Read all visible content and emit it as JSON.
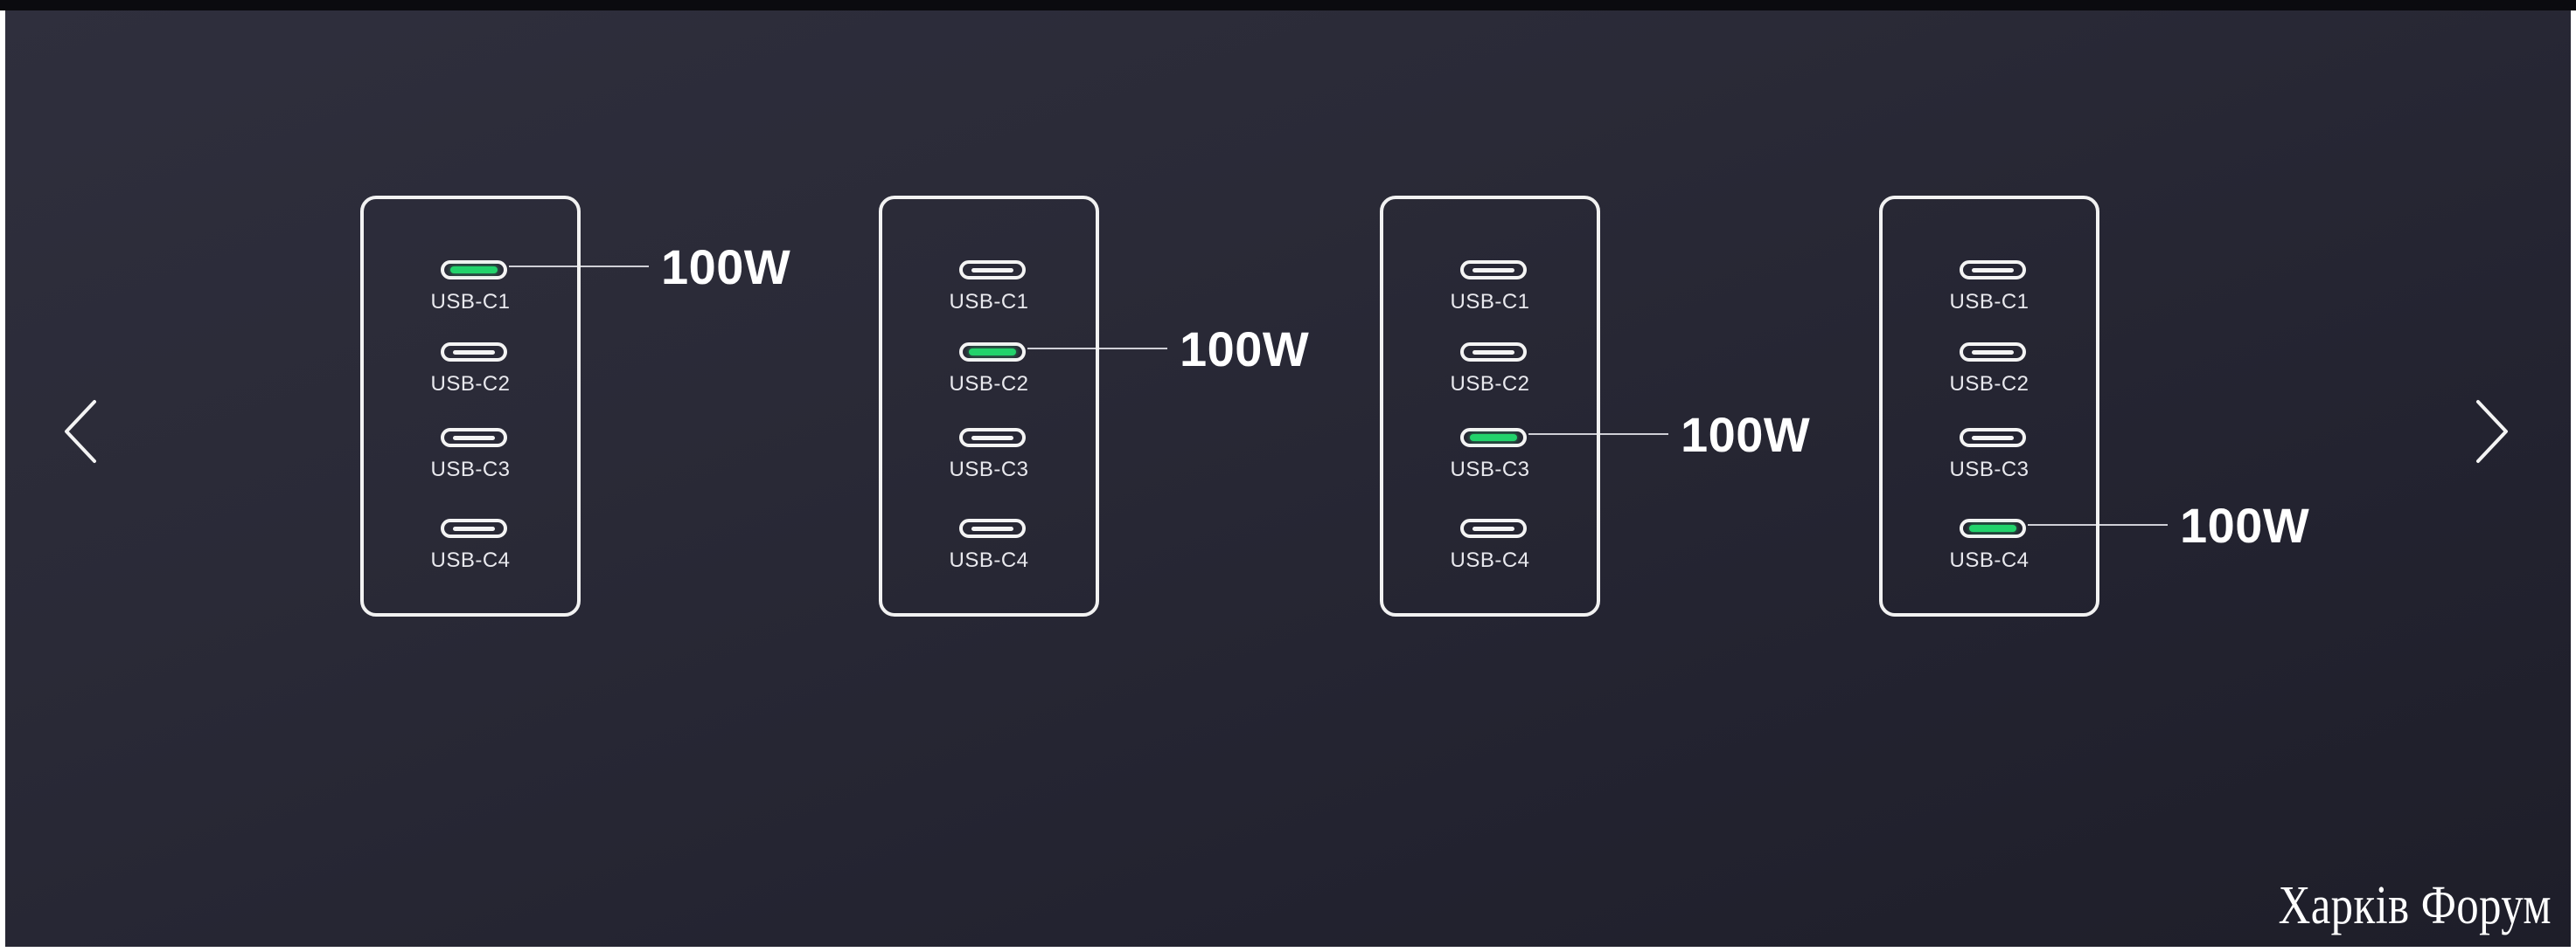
{
  "carousel": {
    "prev_icon": "chevron-left-icon",
    "next_icon": "chevron-right-icon",
    "slides": [
      {
        "ports": [
          "USB-C1",
          "USB-C2",
          "USB-C3",
          "USB-C4"
        ],
        "active_port": 0,
        "power_label": "100W"
      },
      {
        "ports": [
          "USB-C1",
          "USB-C2",
          "USB-C3",
          "USB-C4"
        ],
        "active_port": 1,
        "power_label": "100W"
      },
      {
        "ports": [
          "USB-C1",
          "USB-C2",
          "USB-C3",
          "USB-C4"
        ],
        "active_port": 2,
        "power_label": "100W"
      },
      {
        "ports": [
          "USB-C1",
          "USB-C2",
          "USB-C3",
          "USB-C4"
        ],
        "active_port": 3,
        "power_label": "100W"
      }
    ]
  },
  "colors": {
    "active_port": "#22d36b",
    "outline": "#f2f2f2",
    "background": "#2a2a37"
  },
  "watermark": {
    "text": "Харків Форум"
  }
}
